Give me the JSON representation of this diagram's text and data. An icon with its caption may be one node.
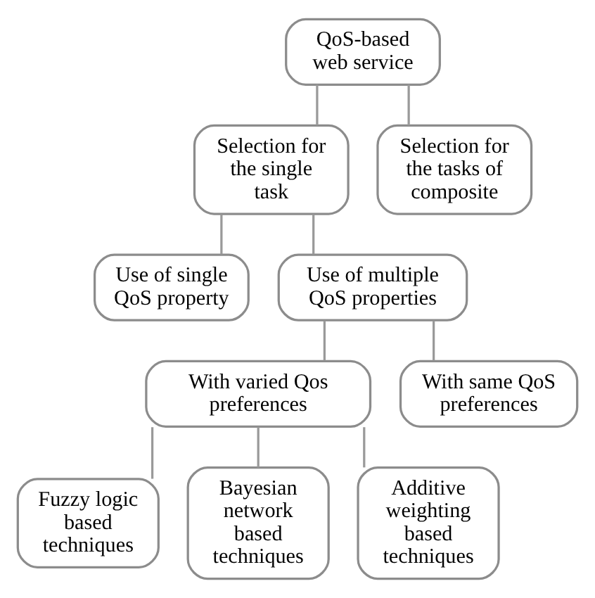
{
  "diagram": {
    "nodes": [
      {
        "text": [
          "QoS-based web service"
        ]
      },
      {
        "text": [
          "Selection for the single task"
        ]
      },
      {
        "text": [
          "Selection for the tasks of composite"
        ]
      },
      {
        "text": [
          "Use of single QoS property"
        ]
      },
      {
        "text": [
          "Use of multiple QoS properties"
        ]
      },
      {
        "text": [
          "With varied Qos preferences"
        ]
      },
      {
        "text": [
          "With same QoS preferences"
        ]
      },
      {
        "text": [
          "Fuzzy logic based techniques"
        ]
      },
      {
        "text": [
          "Bayesian network based techniques"
        ]
      },
      {
        "text": [
          "Additive weighting based techniques"
        ]
      }
    ],
    "edges": [
      {
        "from": 0,
        "to": 1,
        "arrow": "none"
      },
      {
        "from": 0,
        "to": 2,
        "arrow": "none"
      },
      {
        "from": 1,
        "to": 3,
        "arrow": "none"
      },
      {
        "from": 1,
        "to": 4,
        "arrow": "none"
      },
      {
        "from": 4,
        "to": 5,
        "arrow": "none"
      },
      {
        "from": 4,
        "to": 6,
        "arrow": "none"
      },
      {
        "from": 5,
        "to": 7,
        "arrow": "none"
      },
      {
        "from": 5,
        "to": 8,
        "arrow": "none"
      },
      {
        "from": 5,
        "to": 9,
        "arrow": "none"
      }
    ]
  }
}
